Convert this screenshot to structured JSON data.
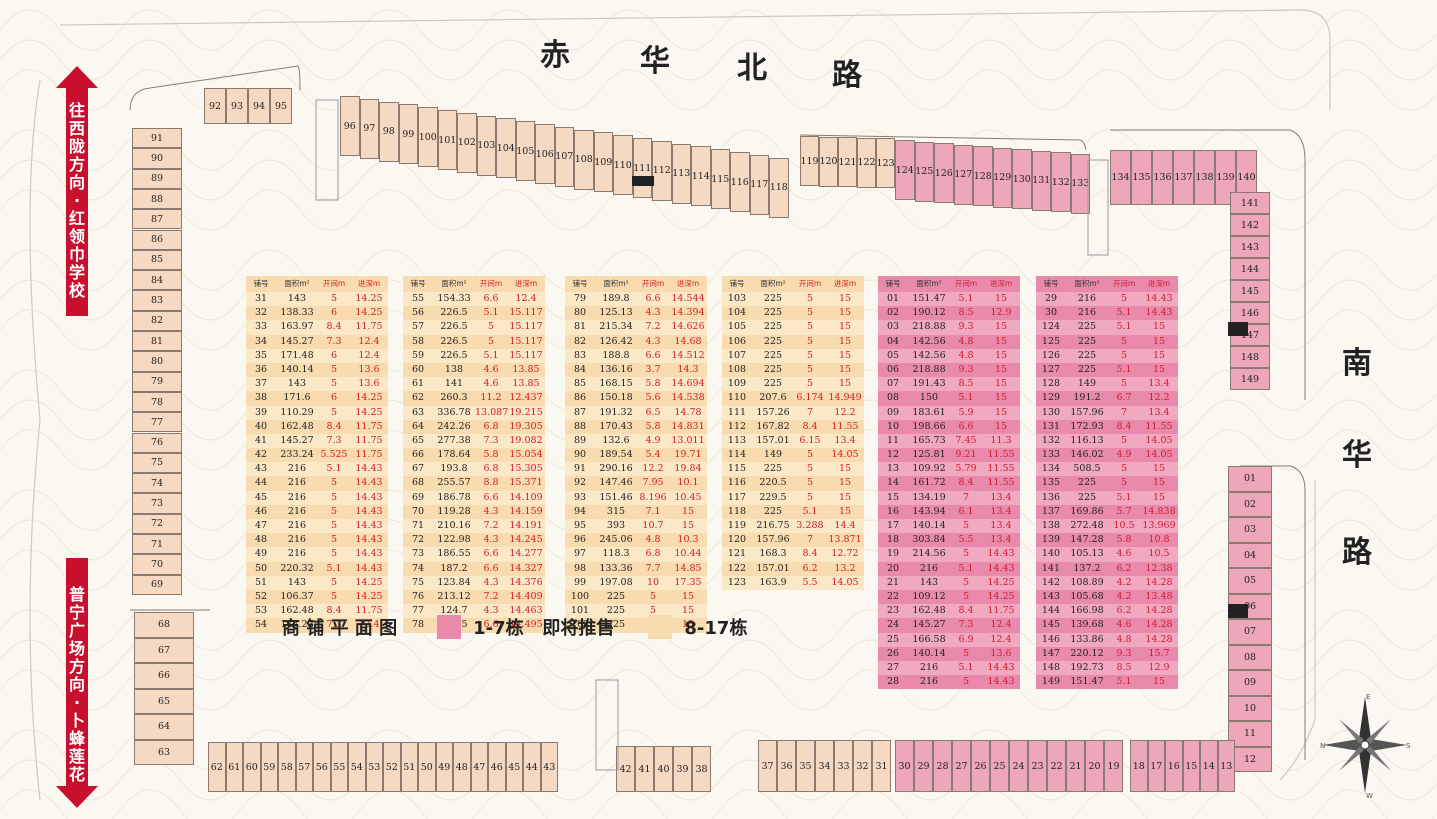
{
  "roads": {
    "north": [
      "赤",
      "华",
      "北",
      "路"
    ],
    "east": [
      "南",
      "华",
      "路"
    ]
  },
  "direction_arrows": {
    "upper": [
      "往",
      "西",
      "陇",
      "方",
      "向",
      "·",
      "红",
      "领",
      "巾",
      "学",
      "校"
    ],
    "lower": [
      "普",
      "宁",
      "广",
      "场",
      "方",
      "向",
      "·",
      "卜",
      "蜂",
      "莲",
      "花"
    ]
  },
  "colors": {
    "pink": "#e98aac",
    "orange": "#f8dcaf",
    "arrow": "#c8102e"
  },
  "legend": {
    "title": "商 铺 平 面 图",
    "pink_label": "1-7栋   即将推售",
    "orange_label": "8-17栋"
  },
  "table_headers": [
    "铺号",
    "面积m²",
    "开间m",
    "进深m"
  ],
  "tables": [
    {
      "color": "orange",
      "rows": [
        [
          "31",
          "143",
          "5",
          "14.25"
        ],
        [
          "32",
          "138.33",
          "6",
          "14.25"
        ],
        [
          "33",
          "163.97",
          "8.4",
          "11.75"
        ],
        [
          "34",
          "145.27",
          "7.3",
          "12.4"
        ],
        [
          "35",
          "171.48",
          "6",
          "12.4"
        ],
        [
          "36",
          "140.14",
          "5",
          "13.6"
        ],
        [
          "37",
          "143",
          "5",
          "13.6"
        ],
        [
          "38",
          "171.6",
          "6",
          "14.25"
        ],
        [
          "39",
          "110.29",
          "5",
          "14.25"
        ],
        [
          "40",
          "162.48",
          "8.4",
          "11.75"
        ],
        [
          "41",
          "145.27",
          "7.3",
          "11.75"
        ],
        [
          "42",
          "233.24",
          "5.525",
          "11.75"
        ],
        [
          "43",
          "216",
          "5.1",
          "14.43"
        ],
        [
          "44",
          "216",
          "5",
          "14.43"
        ],
        [
          "45",
          "216",
          "5",
          "14.43"
        ],
        [
          "46",
          "216",
          "5",
          "14.43"
        ],
        [
          "47",
          "216",
          "5",
          "14.43"
        ],
        [
          "48",
          "216",
          "5",
          "14.43"
        ],
        [
          "49",
          "216",
          "5",
          "14.43"
        ],
        [
          "50",
          "220.32",
          "5.1",
          "14.43"
        ],
        [
          "51",
          "143",
          "5",
          "14.25"
        ],
        [
          "52",
          "106.37",
          "5",
          "14.25"
        ],
        [
          "53",
          "162.48",
          "8.4",
          "11.75"
        ],
        [
          "54",
          "147.22",
          "7.3",
          "12.4"
        ]
      ]
    },
    {
      "color": "orange",
      "rows": [
        [
          "55",
          "154.33",
          "6.6",
          "12.4"
        ],
        [
          "56",
          "226.5",
          "5.1",
          "15.117"
        ],
        [
          "57",
          "226.5",
          "5",
          "15.117"
        ],
        [
          "58",
          "226.5",
          "5",
          "15.117"
        ],
        [
          "59",
          "226.5",
          "5.1",
          "15.117"
        ],
        [
          "60",
          "138",
          "4.6",
          "13.85"
        ],
        [
          "61",
          "141",
          "4.6",
          "13.85"
        ],
        [
          "62",
          "260.3",
          "11.2",
          "12.437"
        ],
        [
          "63",
          "336.78",
          "13.087",
          "19.215"
        ],
        [
          "64",
          "242.26",
          "6.8",
          "19.305"
        ],
        [
          "65",
          "277.38",
          "7.3",
          "19.082"
        ],
        [
          "66",
          "178.64",
          "5.8",
          "15.054"
        ],
        [
          "67",
          "193.8",
          "6.8",
          "15.305"
        ],
        [
          "68",
          "255.57",
          "8.8",
          "15.371"
        ],
        [
          "69",
          "186.78",
          "6.6",
          "14.109"
        ],
        [
          "70",
          "119.28",
          "4.3",
          "14.159"
        ],
        [
          "71",
          "210.16",
          "7.2",
          "14.191"
        ],
        [
          "72",
          "122.98",
          "4.3",
          "14.245"
        ],
        [
          "73",
          "186.55",
          "6.6",
          "14.277"
        ],
        [
          "74",
          "187.2",
          "6.6",
          "14.327"
        ],
        [
          "75",
          "123.84",
          "4.3",
          "14.376"
        ],
        [
          "76",
          "213.12",
          "7.2",
          "14.409"
        ],
        [
          "77",
          "124.7",
          "4.3",
          "14.463"
        ],
        [
          "78",
          "188.5",
          "6.6",
          "14.495"
        ]
      ]
    },
    {
      "color": "orange",
      "rows": [
        [
          "79",
          "189.8",
          "6.6",
          "14.544"
        ],
        [
          "80",
          "125.13",
          "4.3",
          "14.394"
        ],
        [
          "81",
          "215.34",
          "7.2",
          "14.626"
        ],
        [
          "82",
          "126.42",
          "4.3",
          "14.68"
        ],
        [
          "83",
          "188.8",
          "6.6",
          "14.512"
        ],
        [
          "84",
          "136.16",
          "3.7",
          "14.3"
        ],
        [
          "85",
          "168.15",
          "5.8",
          "14.694"
        ],
        [
          "86",
          "150.18",
          "5.6",
          "14.538"
        ],
        [
          "87",
          "191.32",
          "6.5",
          "14.78"
        ],
        [
          "88",
          "170.43",
          "5.8",
          "14.831"
        ],
        [
          "89",
          "132.6",
          "4.9",
          "13.011"
        ],
        [
          "90",
          "189.54",
          "5.4",
          "19.71"
        ],
        [
          "91",
          "290.16",
          "12.2",
          "19.84"
        ],
        [
          "92",
          "147.46",
          "7.95",
          "10.1"
        ],
        [
          "93",
          "151.46",
          "8.196",
          "10.45"
        ],
        [
          "94",
          "315",
          "7.1",
          "15"
        ],
        [
          "95",
          "393",
          "10.7",
          "15"
        ],
        [
          "96",
          "245.06",
          "4.8",
          "10.3"
        ],
        [
          "97",
          "118.3",
          "6.8",
          "10.44"
        ],
        [
          "98",
          "133.36",
          "7.7",
          "14.85"
        ],
        [
          "99",
          "197.08",
          "10",
          "17.35"
        ],
        [
          "100",
          "225",
          "5",
          "15"
        ],
        [
          "101",
          "225",
          "5",
          "15"
        ],
        [
          "102",
          "225",
          "5",
          "15"
        ]
      ]
    },
    {
      "color": "orange",
      "rows": [
        [
          "103",
          "225",
          "5",
          "15"
        ],
        [
          "104",
          "225",
          "5",
          "15"
        ],
        [
          "105",
          "225",
          "5",
          "15"
        ],
        [
          "106",
          "225",
          "5",
          "15"
        ],
        [
          "107",
          "225",
          "5",
          "15"
        ],
        [
          "108",
          "225",
          "5",
          "15"
        ],
        [
          "109",
          "225",
          "5",
          "15"
        ],
        [
          "110",
          "207.6",
          "6.174",
          "14.949"
        ],
        [
          "111",
          "157.26",
          "7",
          "12.2"
        ],
        [
          "112",
          "167.82",
          "8.4",
          "11.55"
        ],
        [
          "113",
          "157.01",
          "6.15",
          "13.4"
        ],
        [
          "114",
          "149",
          "5",
          "14.05"
        ],
        [
          "115",
          "225",
          "5",
          "15"
        ],
        [
          "116",
          "220.5",
          "5",
          "15"
        ],
        [
          "117",
          "229.5",
          "5",
          "15"
        ],
        [
          "118",
          "225",
          "5.1",
          "15"
        ],
        [
          "119",
          "216.75",
          "3.288",
          "14.4"
        ],
        [
          "120",
          "157.96",
          "7",
          "13.871"
        ],
        [
          "121",
          "168.3",
          "8.4",
          "12.72"
        ],
        [
          "122",
          "157.01",
          "6.2",
          "13.2"
        ],
        [
          "123",
          "163.9",
          "5.5",
          "14.05"
        ]
      ]
    },
    {
      "color": "pink",
      "rows": [
        [
          "01",
          "151.47",
          "5.1",
          "15"
        ],
        [
          "02",
          "190.12",
          "8.5",
          "12.9"
        ],
        [
          "03",
          "218.88",
          "9.3",
          "15"
        ],
        [
          "04",
          "142.56",
          "4.8",
          "15"
        ],
        [
          "05",
          "142.56",
          "4.8",
          "15"
        ],
        [
          "06",
          "218.88",
          "9.3",
          "15"
        ],
        [
          "07",
          "191.43",
          "8.5",
          "15"
        ],
        [
          "08",
          "150",
          "5.1",
          "15"
        ],
        [
          "09",
          "183.61",
          "5.9",
          "15"
        ],
        [
          "10",
          "198.66",
          "6.6",
          "15"
        ],
        [
          "11",
          "165.73",
          "7.45",
          "11.3"
        ],
        [
          "12",
          "125.81",
          "9.21",
          "11.55"
        ],
        [
          "13",
          "109.92",
          "5.79",
          "11.55"
        ],
        [
          "14",
          "161.72",
          "8.4",
          "11.55"
        ],
        [
          "15",
          "134.19",
          "7",
          "13.4"
        ],
        [
          "16",
          "143.94",
          "6.1",
          "13.4"
        ],
        [
          "17",
          "140.14",
          "5",
          "13.4"
        ],
        [
          "18",
          "303.84",
          "5.5",
          "13.4"
        ],
        [
          "19",
          "214.56",
          "5",
          "14.43"
        ],
        [
          "20",
          "216",
          "5.1",
          "14.43"
        ],
        [
          "21",
          "143",
          "5",
          "14.25"
        ],
        [
          "22",
          "109.12",
          "5",
          "14.25"
        ],
        [
          "23",
          "162.48",
          "8.4",
          "11.75"
        ],
        [
          "24",
          "145.27",
          "7.3",
          "12.4"
        ],
        [
          "25",
          "166.58",
          "6.9",
          "12.4"
        ],
        [
          "26",
          "140.14",
          "5",
          "13.6"
        ],
        [
          "27",
          "216",
          "5.1",
          "14.43"
        ],
        [
          "28",
          "216",
          "5",
          "14.43"
        ]
      ]
    },
    {
      "color": "pink",
      "rows": [
        [
          "29",
          "216",
          "5",
          "14.43"
        ],
        [
          "30",
          "216",
          "5.1",
          "14.43"
        ],
        [
          "124",
          "225",
          "5.1",
          "15"
        ],
        [
          "125",
          "225",
          "5",
          "15"
        ],
        [
          "126",
          "225",
          "5",
          "15"
        ],
        [
          "127",
          "225",
          "5.1",
          "15"
        ],
        [
          "128",
          "149",
          "5",
          "13.4"
        ],
        [
          "129",
          "191.2",
          "6.7",
          "12.2"
        ],
        [
          "130",
          "157.96",
          "7",
          "13.4"
        ],
        [
          "131",
          "172.93",
          "8.4",
          "11.55"
        ],
        [
          "132",
          "116.13",
          "5",
          "14.05"
        ],
        [
          "133",
          "146.02",
          "4.9",
          "14.05"
        ],
        [
          "134",
          "508.5",
          "5",
          "15"
        ],
        [
          "135",
          "225",
          "5",
          "15"
        ],
        [
          "136",
          "225",
          "5.1",
          "15"
        ],
        [
          "137",
          "169.86",
          "5.7",
          "14.838"
        ],
        [
          "138",
          "272.48",
          "10.5",
          "13.969"
        ],
        [
          "139",
          "147.28",
          "5.8",
          "10.8"
        ],
        [
          "140",
          "105.13",
          "4.6",
          "10.5"
        ],
        [
          "141",
          "137.2",
          "6.2",
          "12.38"
        ],
        [
          "142",
          "108.89",
          "4.2",
          "14.28"
        ],
        [
          "143",
          "105.68",
          "4.2",
          "13.48"
        ],
        [
          "144",
          "166.98",
          "6.2",
          "14.28"
        ],
        [
          "145",
          "139.68",
          "4.6",
          "14.28"
        ],
        [
          "146",
          "133.86",
          "4.8",
          "14.28"
        ],
        [
          "147",
          "220.12",
          "9.3",
          "15.7"
        ],
        [
          "148",
          "192.73",
          "8.5",
          "12.9"
        ],
        [
          "149",
          "151.47",
          "5.1",
          "15"
        ]
      ]
    }
  ],
  "map_units": {
    "left_column": [
      "91",
      "90",
      "89",
      "88",
      "87",
      "86",
      "85",
      "84",
      "83",
      "82",
      "81",
      "80",
      "79",
      "78",
      "77",
      "76",
      "75",
      "74",
      "73",
      "72",
      "71",
      "70",
      "69"
    ],
    "left_lower": [
      "68",
      "67",
      "66",
      "65",
      "64",
      "63"
    ],
    "top_left": [
      "92",
      "93",
      "94",
      "95"
    ],
    "top_middle": [
      "96",
      "97",
      "98",
      "99",
      "100",
      "101",
      "102",
      "103",
      "104",
      "105",
      "106",
      "107",
      "108",
      "109",
      "110",
      "111",
      "112",
      "113",
      "114",
      "115",
      "116",
      "117",
      "118"
    ],
    "top_right_orange": [
      "119",
      "120",
      "121",
      "122",
      "123"
    ],
    "top_right_pink": [
      "124",
      "125",
      "126",
      "127",
      "128",
      "129",
      "130",
      "131",
      "132",
      "133"
    ],
    "top_far_right": [
      "134",
      "135",
      "136",
      "137",
      "138",
      "139",
      "140"
    ],
    "right_upper": [
      "141",
      "142",
      "143",
      "144",
      "145",
      "146",
      "147",
      "148",
      "149"
    ],
    "right_lower": [
      "01",
      "02",
      "03",
      "04",
      "05",
      "06",
      "07",
      "08",
      "09",
      "10",
      "11",
      "12"
    ],
    "bottom_a": [
      "62",
      "61",
      "60",
      "59",
      "58",
      "57",
      "56",
      "55",
      "54",
      "53",
      "52",
      "51",
      "50",
      "49",
      "48",
      "47",
      "46",
      "45",
      "44",
      "43"
    ],
    "bottom_b": [
      "42",
      "41",
      "40",
      "39",
      "38"
    ],
    "bottom_c_orange": [
      "37",
      "36",
      "35",
      "34",
      "33",
      "32",
      "31"
    ],
    "bottom_c_pink": [
      "30",
      "29",
      "28",
      "27",
      "26",
      "25",
      "24",
      "23",
      "22",
      "21",
      "20",
      "19"
    ],
    "bottom_d": [
      "18",
      "17",
      "16",
      "15",
      "14",
      "13"
    ]
  },
  "compass": {
    "n": "N",
    "s": "S",
    "e": "E",
    "w": "W"
  }
}
